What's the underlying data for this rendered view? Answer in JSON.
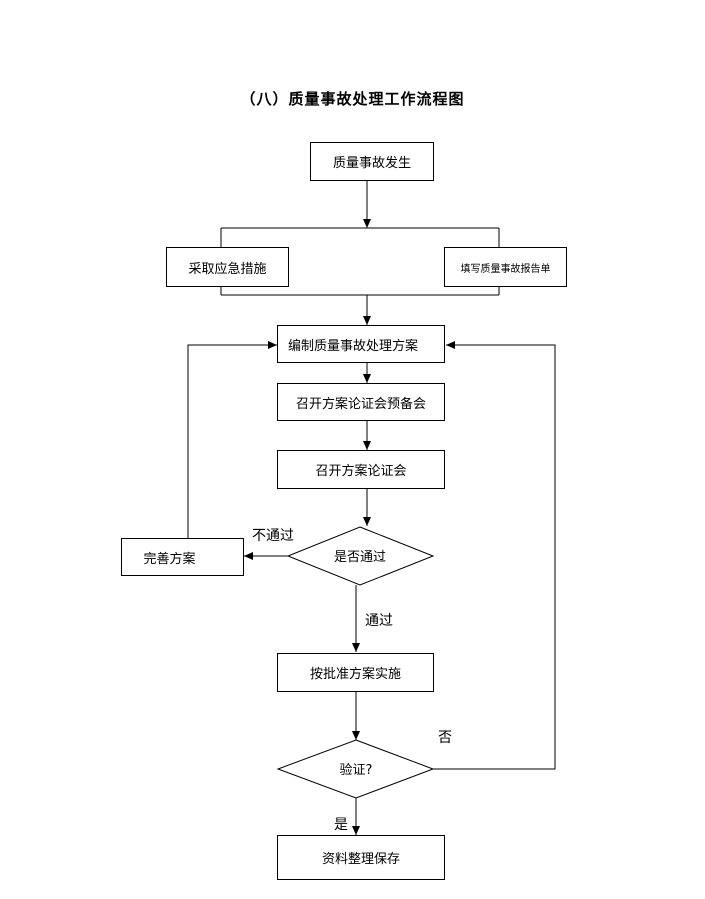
{
  "title": "（八）质量事故处理工作流程图",
  "nodes": {
    "occur": "质量事故发生",
    "emergency": "采取应急措施",
    "report": "填写质量事故报告单",
    "plan": "编制质量事故处理方案",
    "premeeting": "召开方案论证会预备会",
    "meeting": "召开方案论证会",
    "decision_pass": "是否通过",
    "improve": "完善方案",
    "implement": "按批准方案实施",
    "verify": "验证?",
    "archive": "资料整理保存"
  },
  "edge_labels": {
    "not_pass": "不通过",
    "pass": "通过",
    "no": "否",
    "yes": "是"
  }
}
